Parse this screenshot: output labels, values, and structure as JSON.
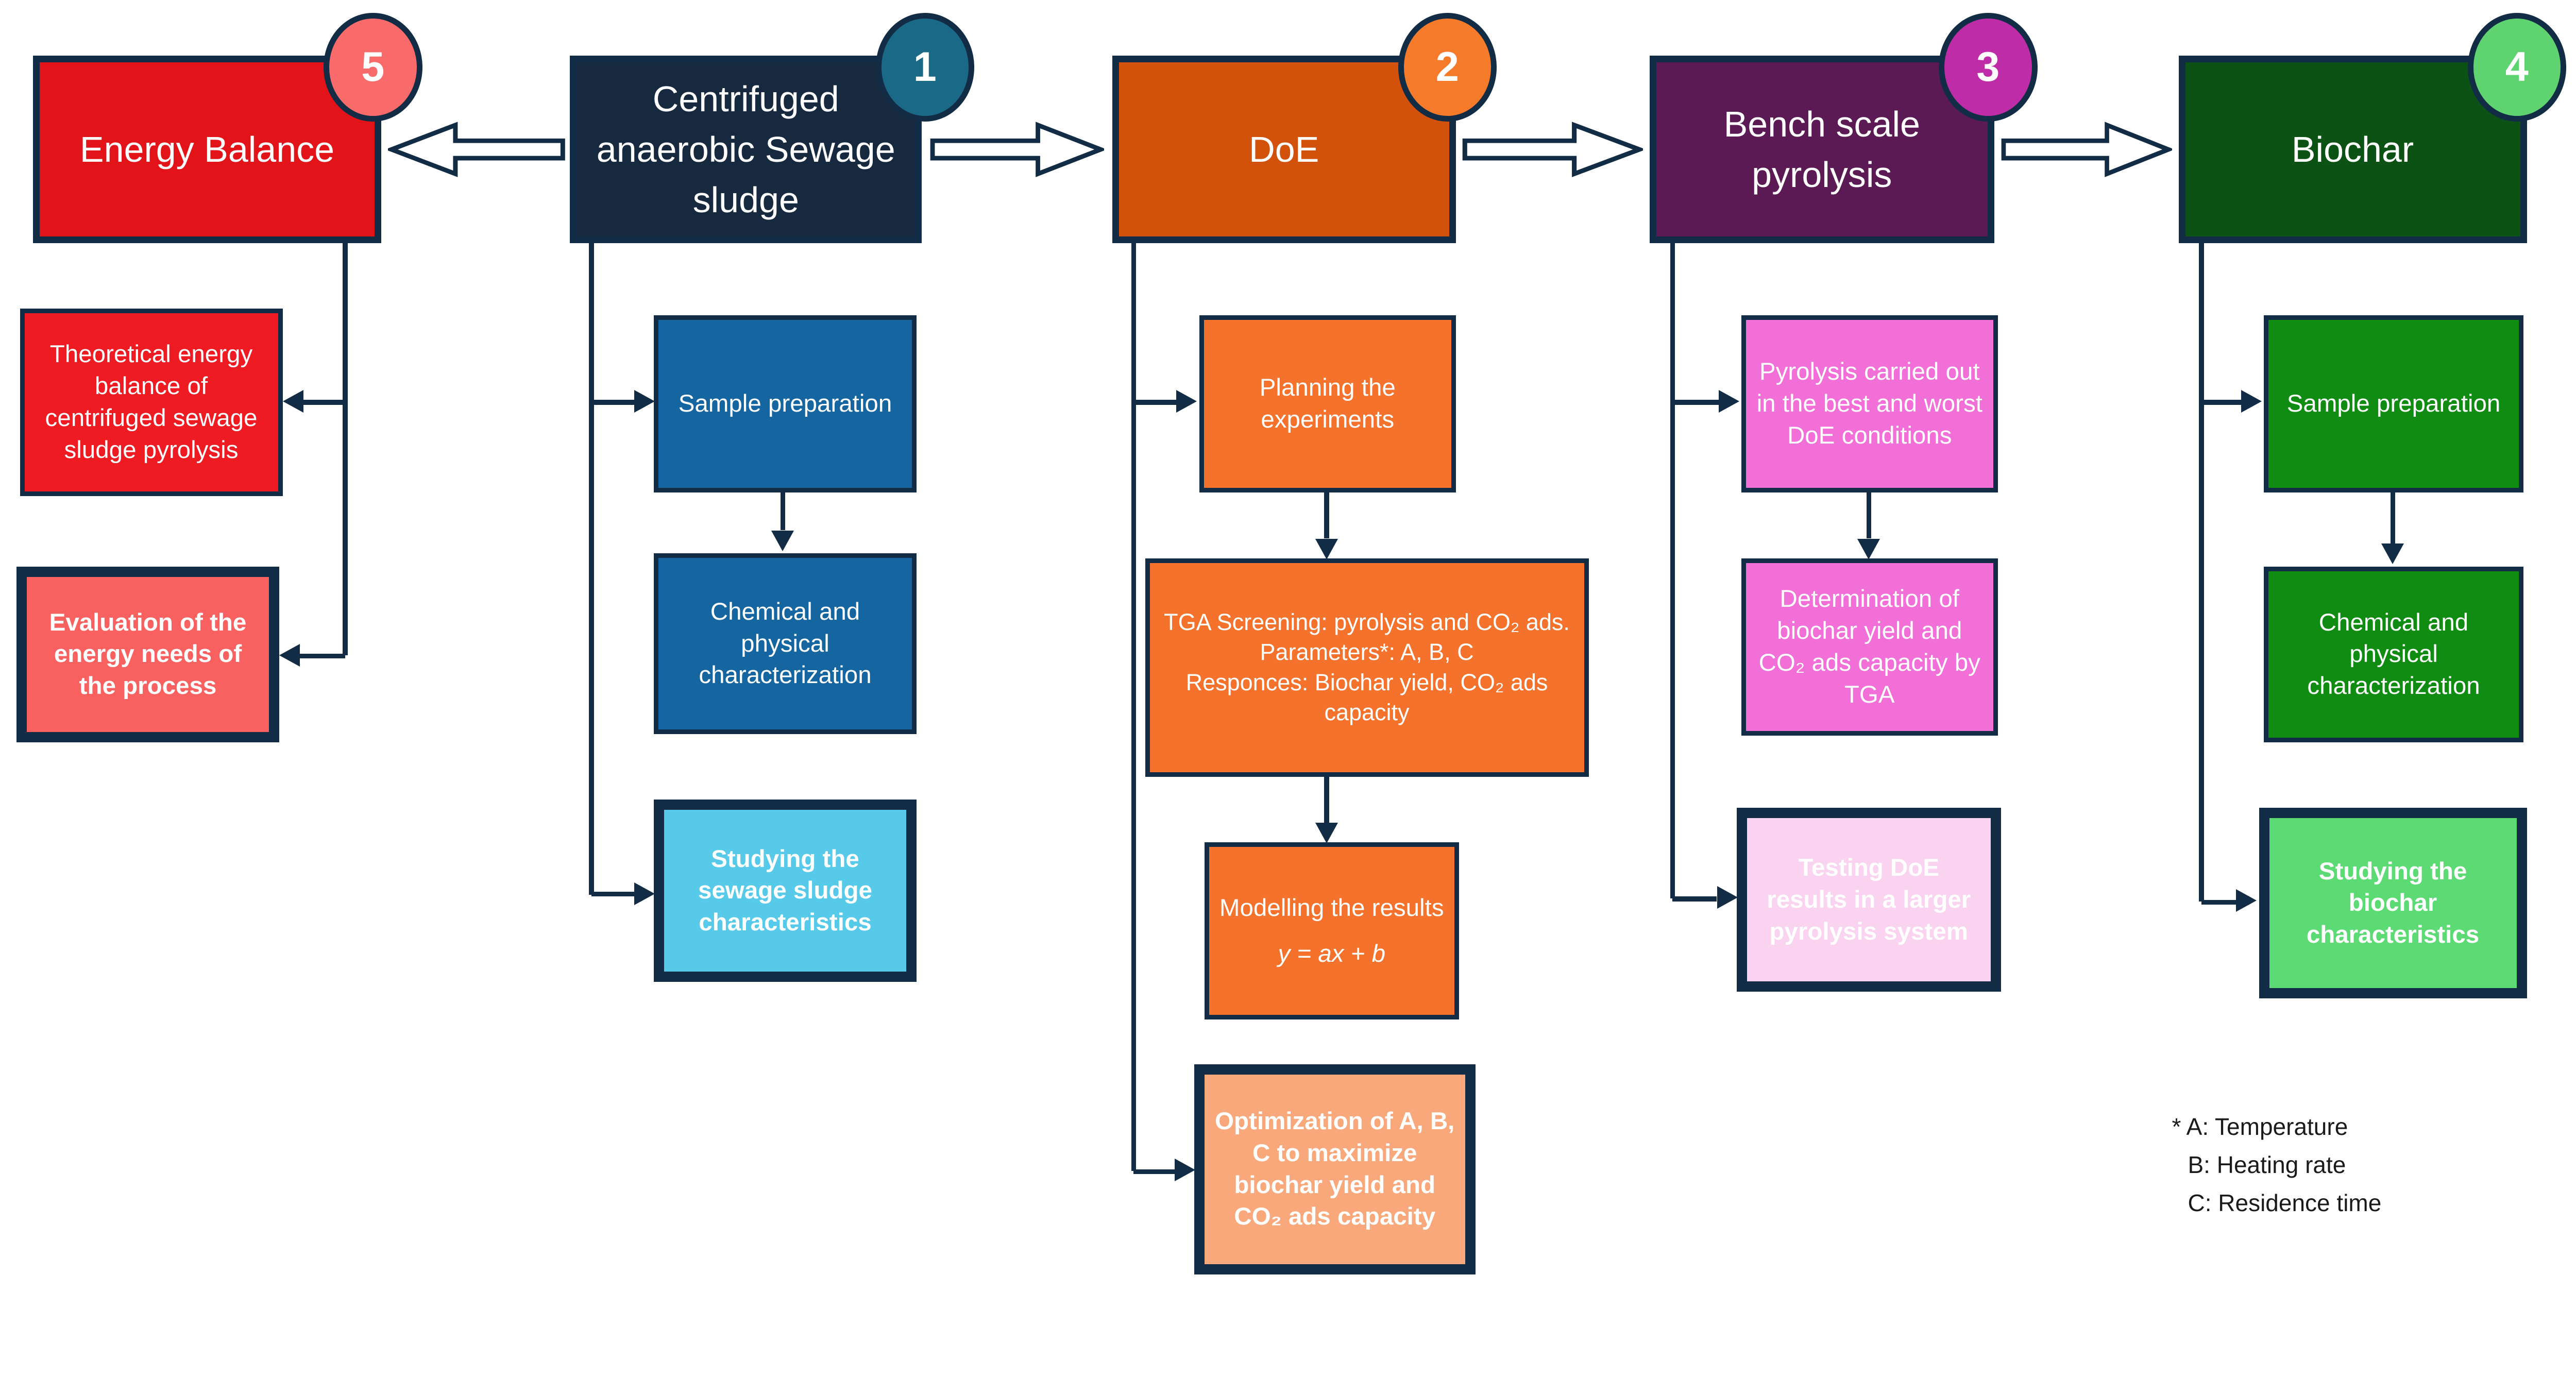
{
  "palette": {
    "navy": "#132c45",
    "background": "#ffffff",
    "footnote_text": "#1a1a1a",
    "energy_fill": "#e21419",
    "energy_badge": "#f96a6a",
    "energy_sub1": "#ee1b23",
    "energy_sub2": "#f96161",
    "sludge_fill": "#17293f",
    "sludge_badge": "#1a6a87",
    "sludge_sub": "#1565a1",
    "sludge_sub3": "#57c9e9",
    "doe_fill": "#d2520c",
    "doe_badge": "#f57b2b",
    "doe_sub": "#f4722c",
    "doe_sub4": "#f9a87c",
    "bench_fill": "#5b1a53",
    "bench_badge": "#bf2ca7",
    "bench_sub": "#f16fd7",
    "bench_sub3": "#f9d3f0",
    "biochar_fill": "#0d5215",
    "biochar_badge": "#5ed370",
    "biochar_sub": "#108c13",
    "biochar_sub3": "#5cda73"
  },
  "diagram": {
    "steps": {
      "sludge": {
        "badge": "1",
        "title": "Centrifuged anaerobic Sewage sludge",
        "sub1": "Sample preparation",
        "sub2": "Chemical and physical characterization",
        "sub3": "Studying the sewage sludge characteristics"
      },
      "doe": {
        "badge": "2",
        "title": "DoE",
        "sub1": "Planning the experiments",
        "sub2": "TGA Screening: pyrolysis and CO₂ ads.\nParameters*:  A, B, C\nResponces: Biochar yield, CO₂ ads capacity",
        "sub3_title": "Modelling the results",
        "sub3_formula": "y = ax + b",
        "sub4": "Optimization of A, B, C to maximize biochar yield and CO₂ ads capacity"
      },
      "bench": {
        "badge": "3",
        "title": "Bench scale pyrolysis",
        "sub1": "Pyrolysis carried out in the best and worst DoE conditions",
        "sub2": "Determination of biochar yield and CO₂ ads capacity by TGA",
        "sub3": "Testing DoE results in a larger pyrolysis system"
      },
      "biochar": {
        "badge": "4",
        "title": "Biochar",
        "sub1": "Sample preparation",
        "sub2": "Chemical and physical characterization",
        "sub3": "Studying the biochar characteristics"
      },
      "energy": {
        "badge": "5",
        "title": "Energy Balance",
        "sub1": "Theoretical energy balance of centrifuged sewage sludge pyrolysis",
        "sub2": "Evaluation of the energy needs of the process"
      }
    },
    "footnote": {
      "line1": "* A: Temperature",
      "line2": "B: Heating rate",
      "line3": "C: Residence time"
    }
  }
}
